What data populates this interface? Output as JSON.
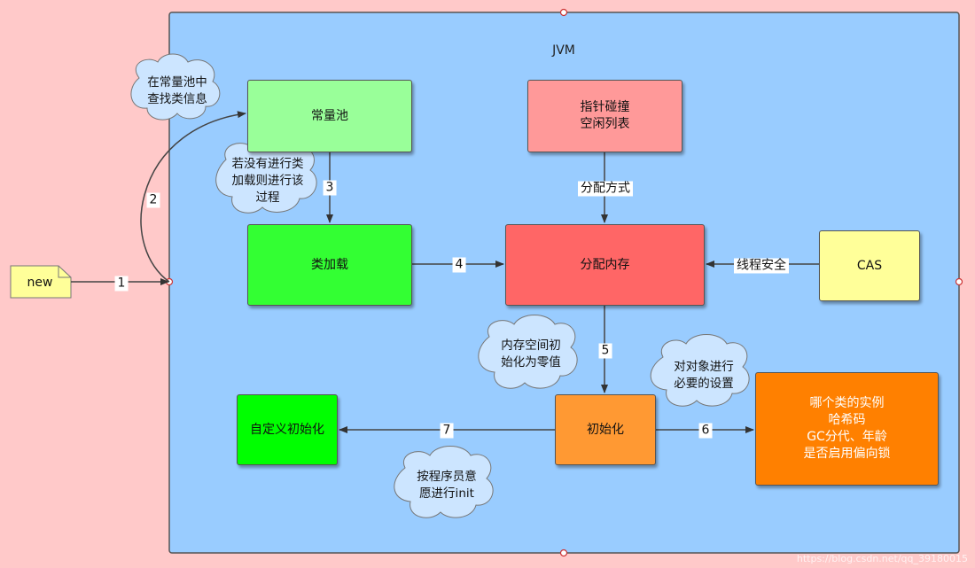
{
  "jvm": {
    "title": "JVM"
  },
  "note": {
    "label": "new"
  },
  "boxes": {
    "constant_pool": "常量池",
    "class_loading": "类加载",
    "pointer_methods": "指针碰撞\n空闲列表",
    "allocate_memory": "分配内存",
    "cas": "CAS",
    "initialize": "初始化",
    "custom_init": "自定义初始化",
    "object_header": "哪个类的实例\n哈希码\nGC分代、年龄\n是否启用偏向锁"
  },
  "clouds": {
    "find_class_info": "在常量池中\n查找类信息",
    "load_if_needed": "若没有进行类\n加载则进行该\n过程",
    "zero_init": "内存空间初\n始化为零值",
    "object_settings": "对对象进行\n必要的设置",
    "programmer_init": "按程序员意\n愿进行init"
  },
  "edge_labels": {
    "e1": "1",
    "e2": "2",
    "e3": "3",
    "e4": "4",
    "e5": "5",
    "e6": "6",
    "e7": "7",
    "allocation_mode": "分配方式",
    "thread_safety": "线程安全"
  },
  "watermark": "https://blog.csdn.net/qq_39180015",
  "colors": {
    "background": "#ffc9c9",
    "jvm_panel": "#99ccff",
    "constant_pool": "#99ff99",
    "class_loading": "#33ff33",
    "pointer_methods": "#ff9999",
    "allocate_memory": "#ff6666",
    "cas": "#ffff99",
    "initialize": "#ff9933",
    "custom_init": "#00ff00",
    "object_header": "#ff8000",
    "cloud": "#cce5ff"
  }
}
